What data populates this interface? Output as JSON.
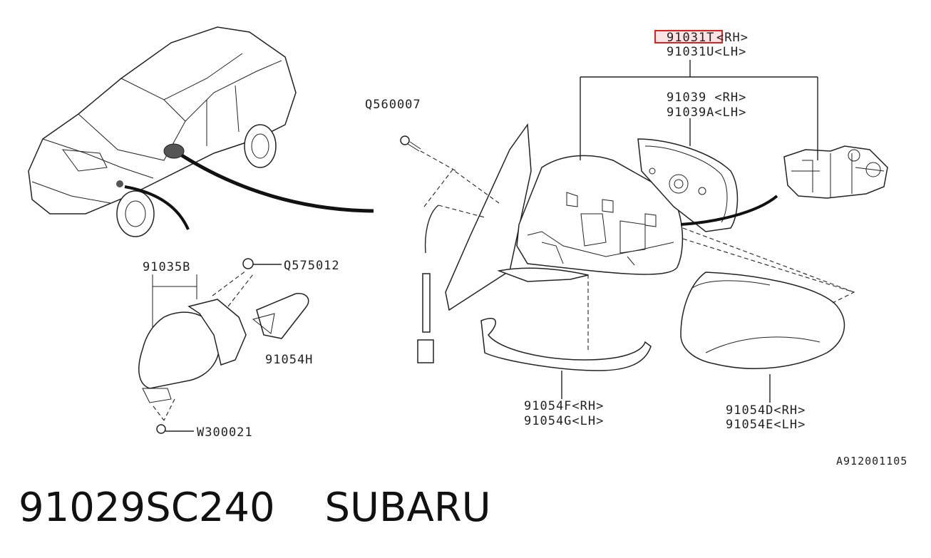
{
  "diagram": {
    "labels": {
      "p91031T": "91031T",
      "p91031T_side": "<RH>",
      "p91031U": "91031U<LH>",
      "p91039": "91039 <RH>",
      "p91039A": "91039A<LH>",
      "q560007": "Q560007",
      "p91035B": "91035B",
      "q575012": "Q575012",
      "p91054H": "91054H",
      "w300021": "W300021",
      "p91054F": "91054F<RH>",
      "p91054G": "91054G<LH>",
      "p91054D": "91054D<RH>",
      "p91054E": "91054E<LH>",
      "ref_code": "A912001105"
    },
    "highlight_color": "#e0201c"
  },
  "footer": {
    "part_number": "91029SC240",
    "brand": "SUBARU"
  }
}
